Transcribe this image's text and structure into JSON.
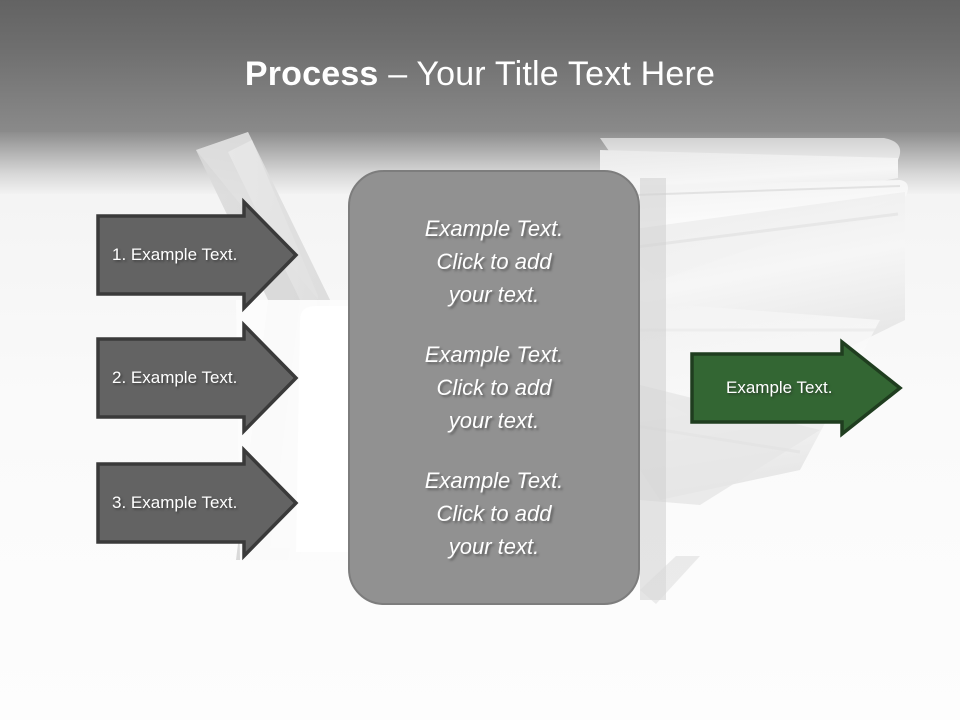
{
  "slide": {
    "title_bold": "Process",
    "title_rest": " – Your Title Text Here"
  },
  "colors": {
    "header_top": "#636363",
    "header_bottom": "#8a8a8a",
    "arrow_gray_fill": "#636363",
    "arrow_gray_border": "#3a3a3a",
    "arrow_green_fill": "#336633",
    "arrow_green_border": "#1f3d1f",
    "panel_fill": "#919191",
    "panel_border": "#7d7d7d",
    "text_light": "#ffffff"
  },
  "input_arrows": [
    {
      "label": "1. Example Text."
    },
    {
      "label": "2. Example Text."
    },
    {
      "label": "3. Example Text."
    }
  ],
  "center_panel": {
    "blocks": [
      "Example Text.\nClick  to add\nyour text.",
      "Example Text.\nClick  to add\nyour text.",
      "Example Text.\nClick  to add\nyour text."
    ]
  },
  "output_arrow": {
    "label": "Example Text."
  }
}
